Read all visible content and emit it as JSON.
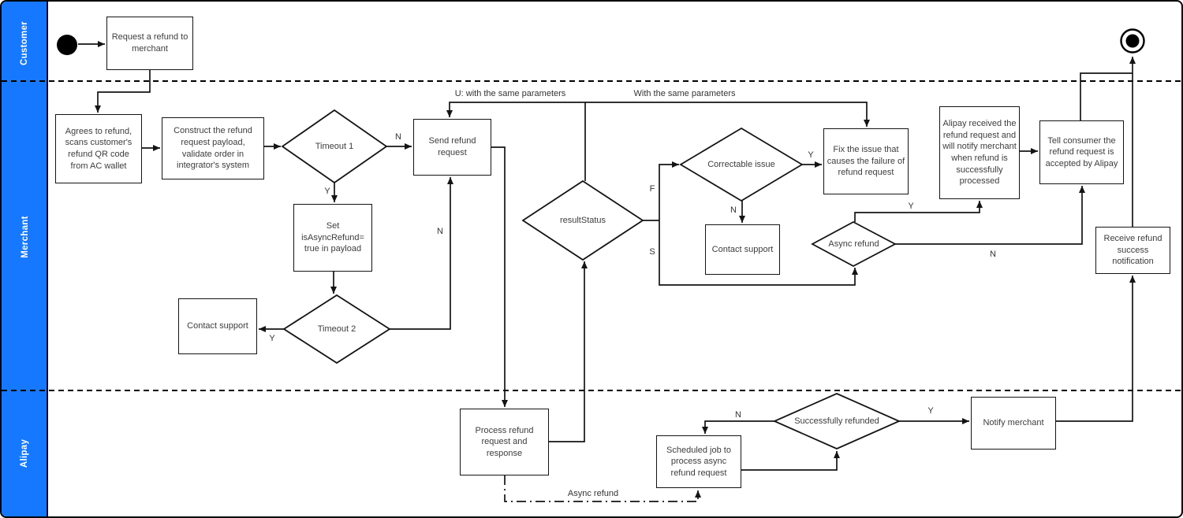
{
  "lanes": [
    {
      "id": "customer",
      "label": "Customer"
    },
    {
      "id": "merchant",
      "label": "Merchant"
    },
    {
      "id": "alipay",
      "label": "Alipay"
    }
  ],
  "nodes": {
    "request_refund": {
      "label": "Request a refund to merchant",
      "type": "process",
      "lane": "customer"
    },
    "agrees_refund": {
      "label": "Agrees to refund, scans customer's refund QR code from AC wallet",
      "type": "process",
      "lane": "merchant"
    },
    "construct_payload": {
      "label": "Construct the refund request payload, validate order in integrator's system",
      "type": "process",
      "lane": "merchant"
    },
    "timeout1": {
      "label": "Timeout 1",
      "type": "decision",
      "lane": "merchant"
    },
    "send_refund": {
      "label": "Send refund request",
      "type": "process",
      "lane": "merchant"
    },
    "set_async": {
      "label": "Set isAsyncRefund= true in payload",
      "type": "process",
      "lane": "merchant"
    },
    "timeout2": {
      "label": "Timeout 2",
      "type": "decision",
      "lane": "merchant"
    },
    "contact_support_1": {
      "label": "Contact support",
      "type": "process",
      "lane": "merchant"
    },
    "result_status": {
      "label": "resultStatus",
      "type": "decision",
      "lane": "merchant"
    },
    "correctable_issue": {
      "label": "Correctable issue",
      "type": "decision",
      "lane": "merchant"
    },
    "fix_issue": {
      "label": "Fix the issue that causes the failure of refund request",
      "type": "process",
      "lane": "merchant"
    },
    "contact_support_2": {
      "label": "Contact support",
      "type": "process",
      "lane": "merchant"
    },
    "async_refund": {
      "label": "Async refund",
      "type": "decision",
      "lane": "merchant"
    },
    "alipay_received": {
      "label": "Alipay received the refund request and will notify merchant when refund is successfully processed",
      "type": "process",
      "lane": "merchant"
    },
    "tell_consumer": {
      "label": "Tell consumer the refund request is accepted by Alipay",
      "type": "process",
      "lane": "merchant"
    },
    "receive_notification": {
      "label": "Receive refund success notification",
      "type": "process",
      "lane": "merchant"
    },
    "process_refund": {
      "label": "Process refund request and response",
      "type": "process",
      "lane": "alipay"
    },
    "scheduled_job": {
      "label": "Scheduled job to process async refund request",
      "type": "process",
      "lane": "alipay"
    },
    "successfully_refunded": {
      "label": "Successfully refunded",
      "type": "decision",
      "lane": "alipay"
    },
    "notify_merchant": {
      "label": "Notify merchant",
      "type": "process",
      "lane": "alipay"
    }
  },
  "edge_labels": {
    "u_same_parameters": "U: with the same parameters",
    "with_same_parameters": "With the same parameters",
    "async_refund_flow": "Async refund",
    "timeout1_no": "N",
    "timeout1_yes": "Y",
    "timeout2_yes": "Y",
    "timeout2_no": "N",
    "result_f": "F",
    "result_s": "S",
    "correctable_yes": "Y",
    "correctable_no": "N",
    "async_yes": "Y",
    "async_no": "N",
    "refunded_yes": "Y",
    "refunded_no": "N"
  },
  "colors": {
    "lane_bar": "#1677ff",
    "lane_label_text": "#ffffff",
    "line": "#141414",
    "node_fill": "#ffffff",
    "text": "#3d3d3d"
  }
}
